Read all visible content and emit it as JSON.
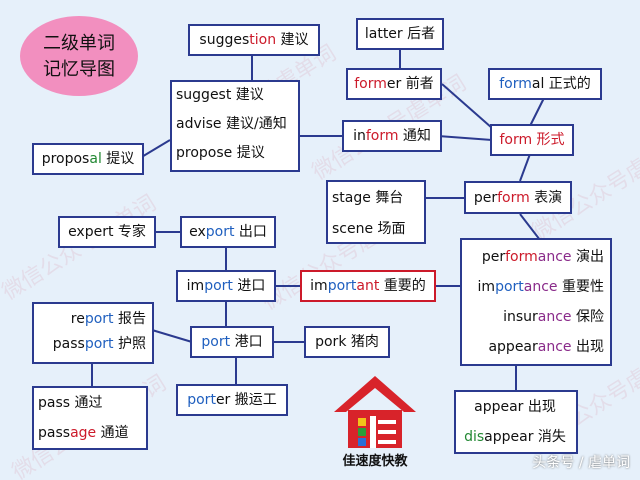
{
  "title": {
    "line1": "二级单词",
    "line2": "记忆导图"
  },
  "nodes": {
    "suggestion": [
      {
        "t": "sugges",
        "c": ""
      },
      {
        "t": "tion",
        "c": "red"
      },
      {
        "t": " 建议",
        "c": ""
      }
    ],
    "latter": [
      {
        "t": "latter 后者",
        "c": ""
      }
    ],
    "former": [
      {
        "t": "form",
        "c": "red"
      },
      {
        "t": "er 前者",
        "c": ""
      }
    ],
    "formal": [
      {
        "t": "form",
        "c": "blue"
      },
      {
        "t": "al 正式的",
        "c": ""
      }
    ],
    "suggest_group": [
      [
        {
          "t": "suggest 建议",
          "c": ""
        }
      ],
      [
        {
          "t": "advise 建议/通知",
          "c": ""
        }
      ],
      [
        {
          "t": "propose 提议",
          "c": ""
        }
      ]
    ],
    "proposal": [
      {
        "t": "propos",
        "c": ""
      },
      {
        "t": "al",
        "c": "green"
      },
      {
        "t": " 提议",
        "c": ""
      }
    ],
    "inform": [
      {
        "t": "in",
        "c": ""
      },
      {
        "t": "form",
        "c": "red"
      },
      {
        "t": " 通知",
        "c": ""
      }
    ],
    "form": [
      {
        "t": "form 形式",
        "c": "red"
      }
    ],
    "stage_group": [
      [
        {
          "t": "stage 舞台",
          "c": ""
        }
      ],
      [
        {
          "t": "scene 场面",
          "c": ""
        }
      ]
    ],
    "perform": [
      {
        "t": "per",
        "c": ""
      },
      {
        "t": "form",
        "c": "red"
      },
      {
        "t": " 表演",
        "c": ""
      }
    ],
    "expert": [
      {
        "t": "expert 专家",
        "c": ""
      }
    ],
    "export": [
      {
        "t": "ex",
        "c": ""
      },
      {
        "t": "port",
        "c": "blue"
      },
      {
        "t": " 出口",
        "c": ""
      }
    ],
    "import": [
      {
        "t": "im",
        "c": ""
      },
      {
        "t": "port",
        "c": "blue"
      },
      {
        "t": " 进口",
        "c": ""
      }
    ],
    "important": [
      {
        "t": "im",
        "c": ""
      },
      {
        "t": "port",
        "c": "blue"
      },
      {
        "t": "ant",
        "c": "red"
      },
      {
        "t": " 重要的",
        "c": ""
      }
    ],
    "ance_group": [
      [
        {
          "t": "per",
          "c": ""
        },
        {
          "t": "form",
          "c": "red"
        },
        {
          "t": "ance",
          "c": "purple"
        },
        {
          "t": " 演出",
          "c": ""
        }
      ],
      [
        {
          "t": "im",
          "c": ""
        },
        {
          "t": "port",
          "c": "blue"
        },
        {
          "t": "ance",
          "c": "purple"
        },
        {
          "t": " 重要性",
          "c": ""
        }
      ],
      [
        {
          "t": "insur",
          "c": ""
        },
        {
          "t": "ance",
          "c": "purple"
        },
        {
          "t": " 保险",
          "c": ""
        }
      ],
      [
        {
          "t": "appear",
          "c": ""
        },
        {
          "t": "ance",
          "c": "purple"
        },
        {
          "t": " 出现",
          "c": ""
        }
      ]
    ],
    "report_group": [
      [
        {
          "t": "re",
          "c": ""
        },
        {
          "t": "port",
          "c": "blue"
        },
        {
          "t": " 报告",
          "c": ""
        }
      ],
      [
        {
          "t": "pass",
          "c": ""
        },
        {
          "t": "port",
          "c": "blue"
        },
        {
          "t": " 护照",
          "c": ""
        }
      ]
    ],
    "port": [
      {
        "t": "port",
        "c": "blue"
      },
      {
        "t": " 港口",
        "c": ""
      }
    ],
    "pork": [
      {
        "t": "pork 猪肉",
        "c": ""
      }
    ],
    "pass_group": [
      [
        {
          "t": "pass 通过",
          "c": ""
        }
      ],
      [
        {
          "t": "pass",
          "c": ""
        },
        {
          "t": "age",
          "c": "red"
        },
        {
          "t": " 通道",
          "c": ""
        }
      ]
    ],
    "porter": [
      {
        "t": "port",
        "c": "blue"
      },
      {
        "t": "er 搬运工",
        "c": ""
      }
    ],
    "appear_group": [
      [
        {
          "t": "appear 出现",
          "c": ""
        }
      ],
      [
        {
          "t": "dis",
          "c": "green"
        },
        {
          "t": "appear 消失",
          "c": ""
        }
      ]
    ]
  },
  "logo": {
    "text": "佳速度快教"
  },
  "watermark": "微信公众号虐单词",
  "footer": "头条号 / 虐单词",
  "colors": {
    "background": "#e6f0fa",
    "border": "#2b3a8f",
    "red": "#cc1a2a",
    "blue": "#1f5fbf",
    "green": "#228833",
    "purple": "#8a2b8a",
    "ellipse": "#f28fbf",
    "logo_red": "#d8232a"
  }
}
